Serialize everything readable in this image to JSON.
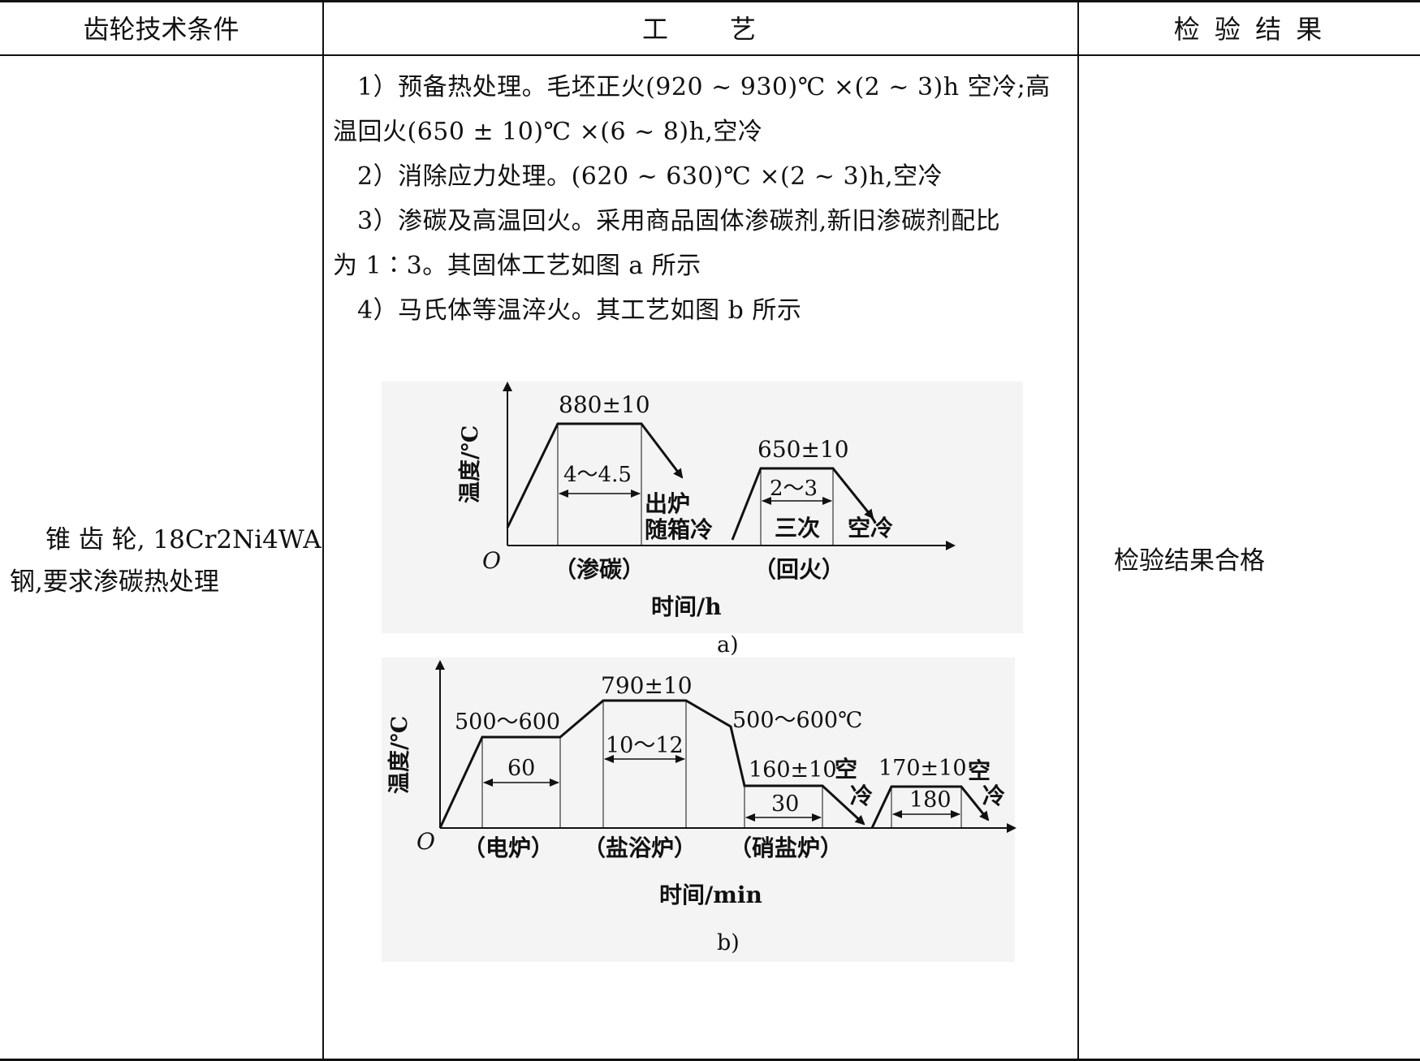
{
  "table": {
    "headers": [
      "齿轮技术条件",
      "工　　艺",
      "检 验 结 果"
    ],
    "condition_lines": [
      "锥 齿 轮, 18Cr2Ni4WA",
      "钢,要求渗碳热处理"
    ],
    "process_lines": [
      "1）预备热处理。毛坯正火(920 ~ 930)℃ ×(2 ~ 3)h 空冷;高",
      "温回火(650 ± 10)℃ ×(6 ~ 8)h,空冷",
      "2）消除应力处理。(620 ~ 630)℃ ×(2 ~ 3)h,空冷",
      "3）渗碳及高温回火。采用商品固体渗碳剂,新旧渗碳剂配比",
      "为 1∶3。其固体工艺如图 a 所示",
      "4）马氏体等温淬火。其工艺如图 b 所示"
    ],
    "result": "检验结果合格"
  },
  "figure_a": {
    "ylabel": "温度/℃",
    "origin": "O",
    "xlabel": "时间/h",
    "caption": "a)",
    "carburize_temp": "880±10",
    "carburize_time": "4～4.5",
    "carburize_cool_1": "出炉",
    "carburize_cool_2": "随箱冷",
    "temper_temp": "650±10",
    "temper_time": "2～3",
    "temper_count": "三次",
    "temper_cool": "空冷",
    "stage_1": "（渗碳）",
    "stage_2": "（回火）"
  },
  "figure_b": {
    "ylabel": "温度/℃",
    "origin": "O",
    "xlabel": "时间/min",
    "caption": "b)",
    "preheat_temp": "500～600",
    "preheat_time": "60",
    "austenitize_temp": "790±10",
    "austenitize_time": "10～12",
    "drop_temp": "500～600℃",
    "quench_temp": "160±10",
    "quench_time": "30",
    "quench_cool_1": "空",
    "quench_cool_2": "冷",
    "temper_temp": "170±10",
    "temper_time": "180",
    "temper_cool_1": "空",
    "temper_cool_2": "冷",
    "stage_1": "（电炉）",
    "stage_2": "（盐浴炉）",
    "stage_3": "（硝盐炉）"
  }
}
